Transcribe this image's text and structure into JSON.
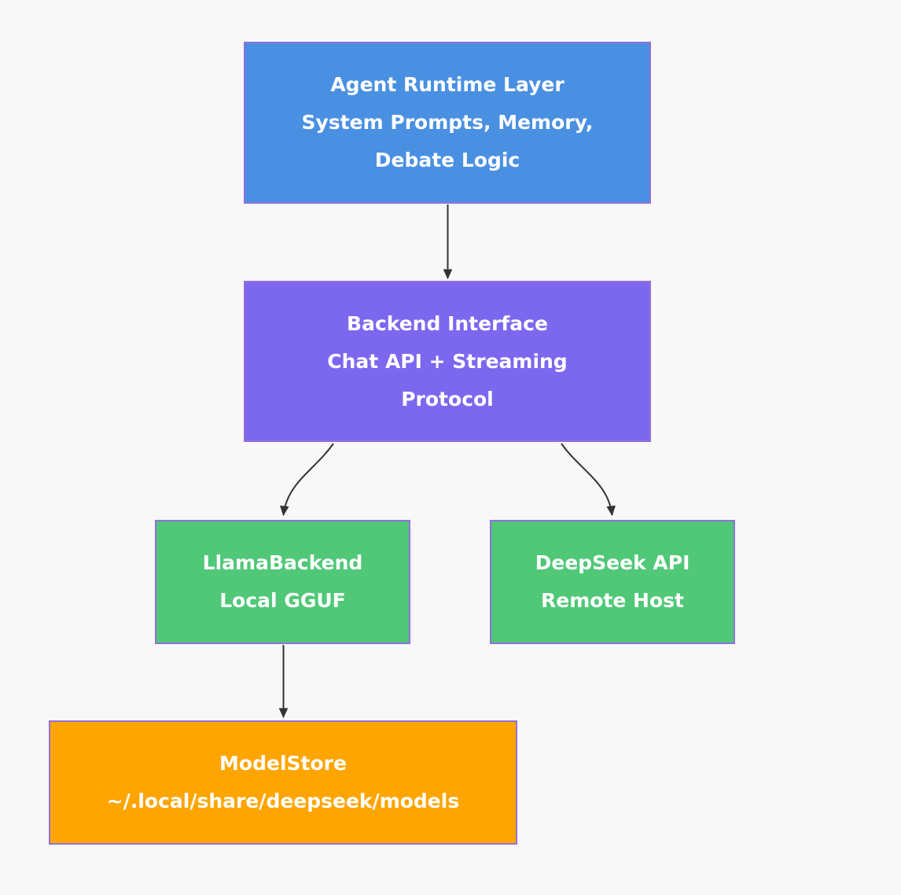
{
  "diagram": {
    "type": "flowchart",
    "direction": "top-down",
    "background_color": "#f8f8f8",
    "node_border_color": "#9370db",
    "edge_color": "#333333",
    "node_text_color": "#ffffff",
    "nodes": {
      "agent_runtime": {
        "line1": "Agent Runtime Layer",
        "line2": "System Prompts, Memory,",
        "line3": "Debate Logic",
        "fill": "#4a90e2"
      },
      "backend_interface": {
        "line1": "Backend Interface",
        "line2": "Chat API + Streaming",
        "line3": "Protocol",
        "fill": "#7b68ee"
      },
      "llama_backend": {
        "line1": "LlamaBackend",
        "line2": "Local GGUF",
        "fill": "#50c878"
      },
      "deepseek_api": {
        "line1": "DeepSeek API",
        "line2": "Remote Host",
        "fill": "#50c878"
      },
      "model_store": {
        "line1": "ModelStore",
        "line2": "~/.local/share/deepseek/models",
        "fill": "#ffa502"
      }
    },
    "edges": [
      {
        "from": "agent_runtime",
        "to": "backend_interface"
      },
      {
        "from": "backend_interface",
        "to": "llama_backend"
      },
      {
        "from": "backend_interface",
        "to": "deepseek_api"
      },
      {
        "from": "llama_backend",
        "to": "model_store"
      }
    ]
  }
}
